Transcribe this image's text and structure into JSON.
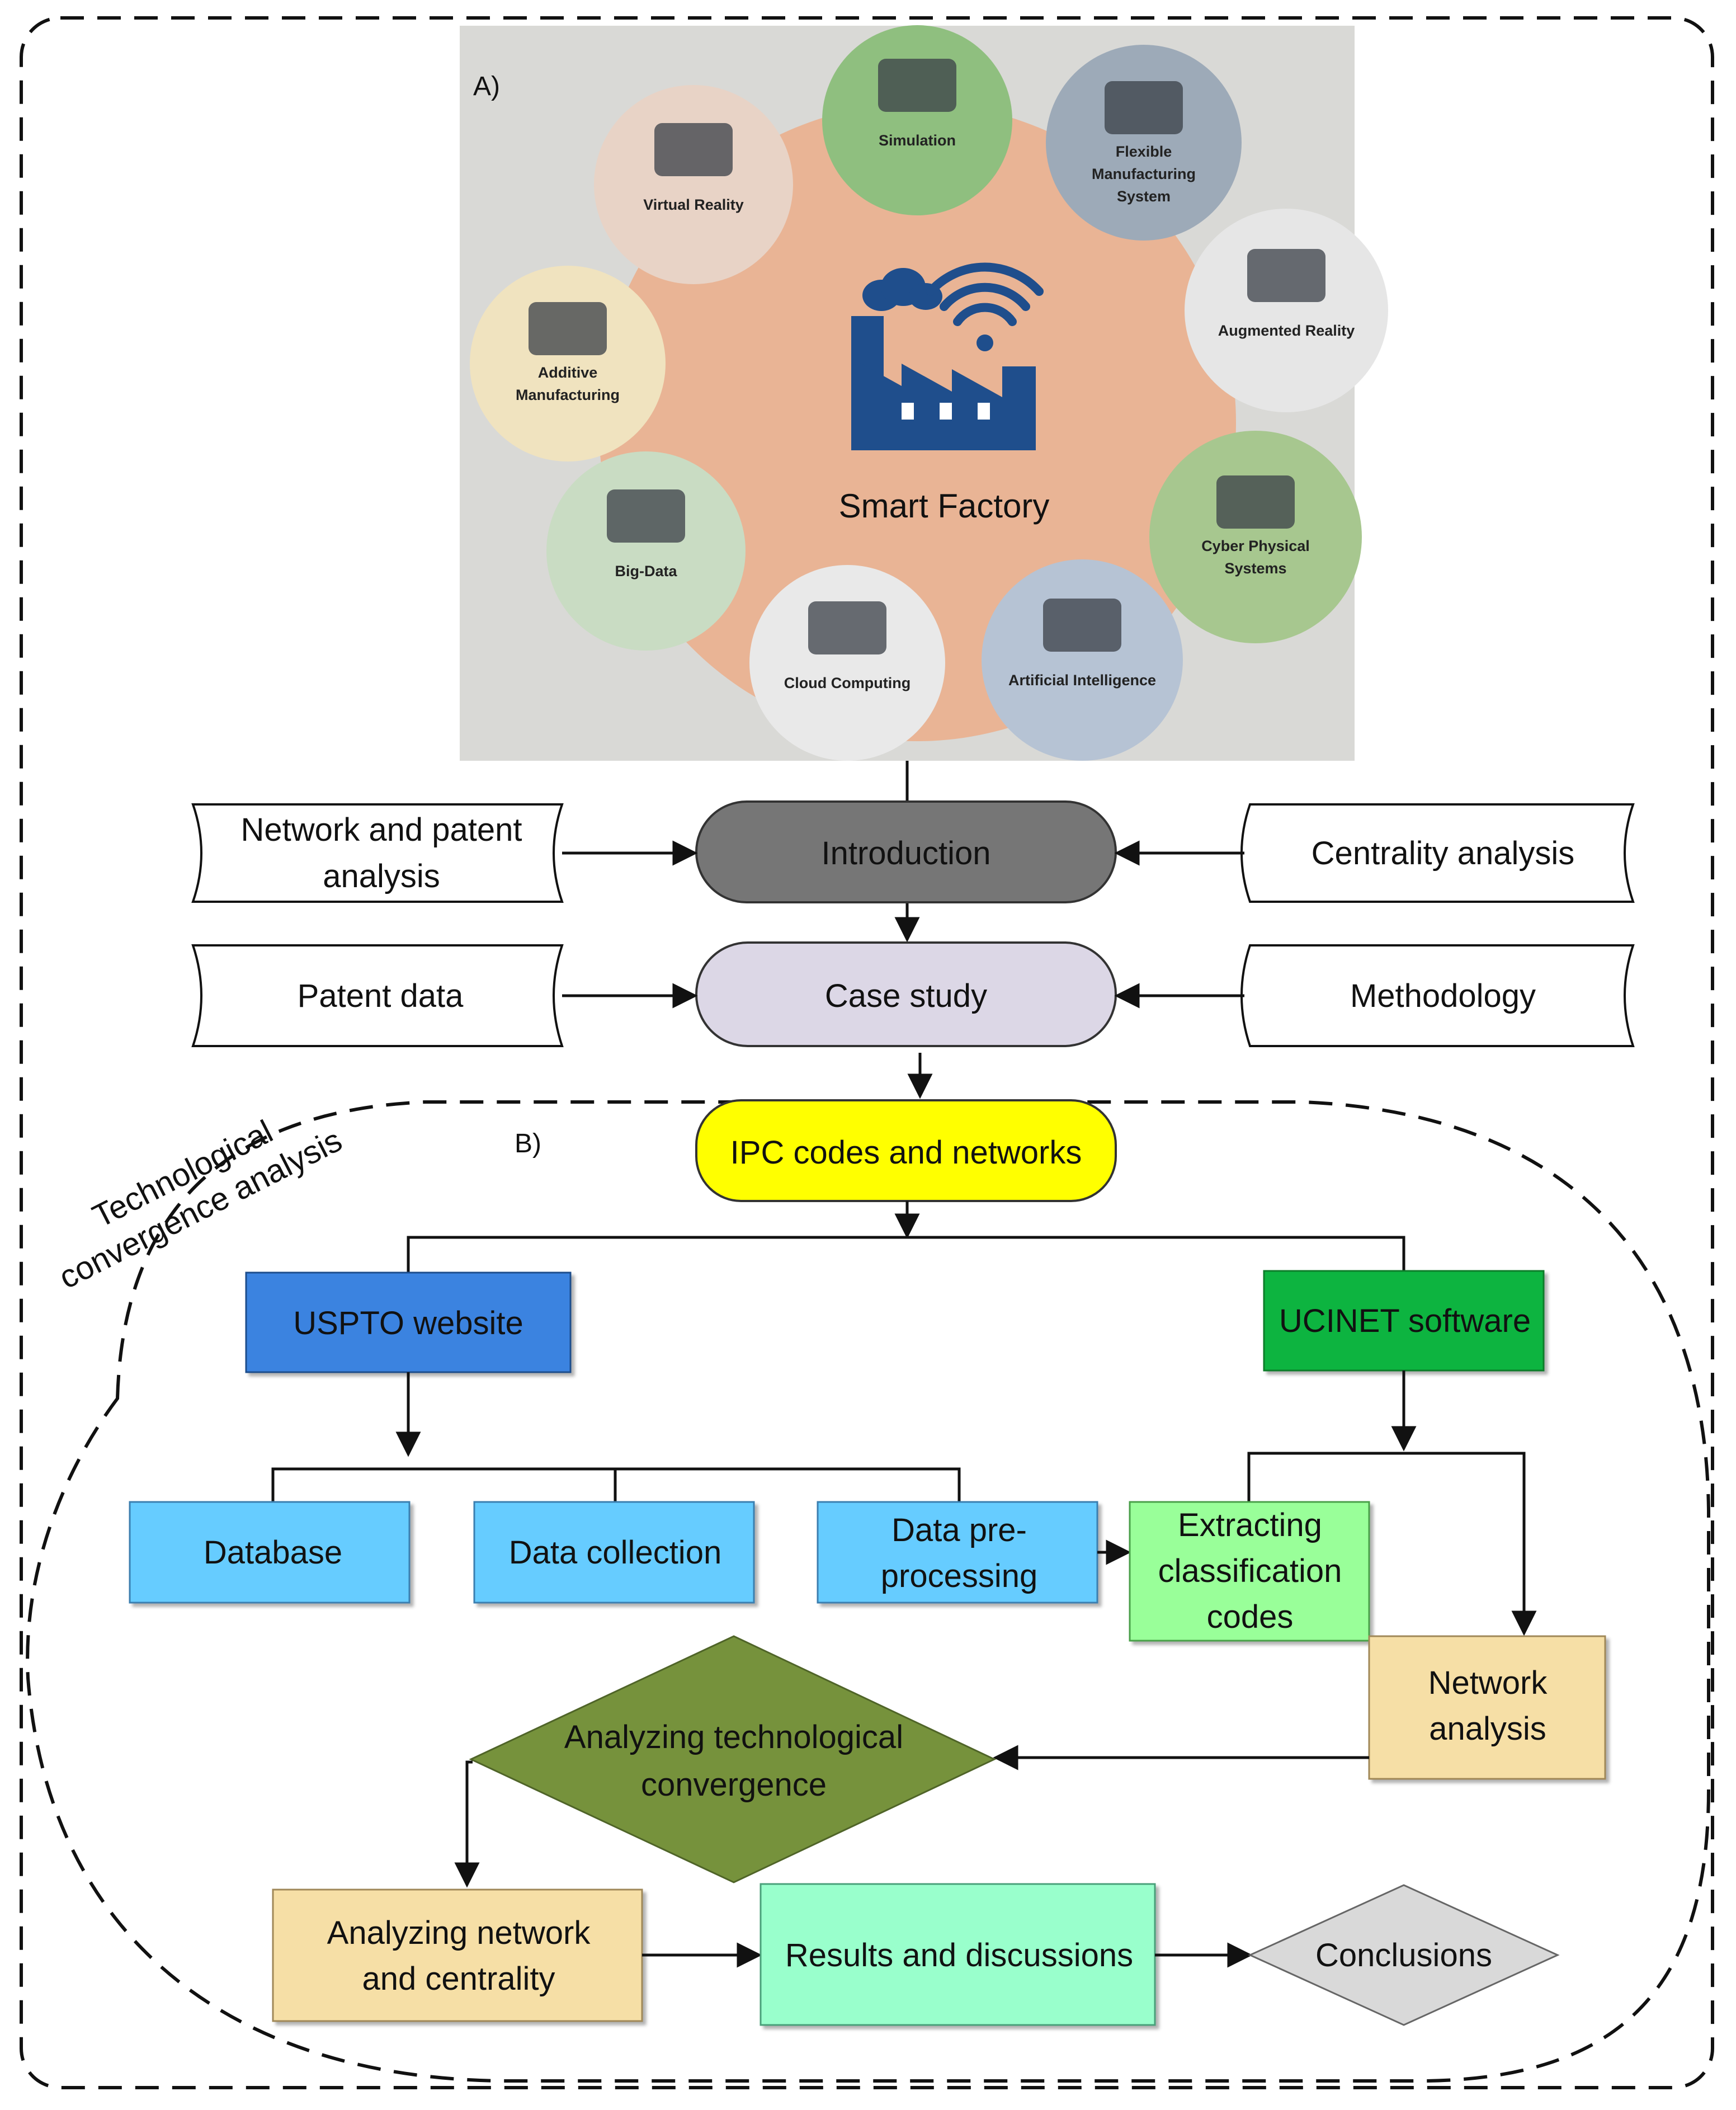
{
  "panel_a": {
    "label": "A)",
    "center_title": "Smart Factory",
    "technologies": [
      {
        "name": "Simulation",
        "icon": "monitor-icon",
        "color": "#8fbf7f"
      },
      {
        "name": "Flexible Manufacturing System",
        "lines": [
          "Flexible",
          "Manufacturing",
          "System"
        ],
        "icon": "lathe-icon",
        "color": "#9daab8"
      },
      {
        "name": "Augmented Reality",
        "icon": "ar-headset-icon",
        "color": "#e6e6e6"
      },
      {
        "name": "Cyber Physical Systems",
        "lines": [
          "Cyber Physical",
          "Systems"
        ],
        "icon": "robot-arm-icon",
        "color": "#a7c78f"
      },
      {
        "name": "Artificial Intelligence",
        "icon": "humanoid-robot-icon",
        "color": "#b6c3d4"
      },
      {
        "name": "Cloud Computing",
        "icon": "cloud-icon",
        "color": "#e9e9e9"
      },
      {
        "name": "Big-Data",
        "icon": "database-icon",
        "color": "#c9dcc3"
      },
      {
        "name": "Additive Manufacturing",
        "lines": [
          "Additive",
          "Manufacturing"
        ],
        "icon": "3d-printer-icon",
        "color": "#f0e3bf"
      },
      {
        "name": "Virtual Reality",
        "icon": "vr-headset-icon",
        "color": "#e8d3c6"
      }
    ],
    "colors": {
      "panel_bg": "#d9d9d6",
      "ring": "#e9b495",
      "factory": "#1f4e8c",
      "wifi": "#1f4e8c"
    }
  },
  "flow": {
    "introduction": "Introduction",
    "case_study": "Case study",
    "left_inputs": [
      {
        "lines": [
          "Network and patent",
          "analysis"
        ]
      },
      {
        "lines": [
          "Patent data"
        ]
      }
    ],
    "right_inputs": [
      {
        "lines": [
          "Centrality analysis"
        ]
      },
      {
        "lines": [
          "Methodology"
        ]
      }
    ]
  },
  "panel_b": {
    "label": "B)",
    "region_title": [
      "Technological",
      "convergence analysis"
    ],
    "ipc": "IPC codes and networks",
    "uspto": "USPTO website",
    "ucinet": "UCINET software",
    "database": "Database",
    "data_collection": "Data collection",
    "data_preprocessing": [
      "Data pre-",
      "processing"
    ],
    "extracting": [
      "Extracting",
      "classification",
      "codes"
    ],
    "network_analysis": [
      "Network",
      "analysis"
    ],
    "analyzing_convergence": [
      "Analyzing technological",
      "convergence"
    ],
    "analyzing_network": [
      "Analyzing network",
      "and centrality"
    ],
    "results": "Results and discussions",
    "conclusions": "Conclusions"
  },
  "colors": {
    "introduction": "#767676",
    "case_study": "#dcd7e6",
    "ipc": "#ffff00",
    "uspto": "#3b83e0",
    "ucinet": "#0fb440",
    "light_blue": "#66ccff",
    "light_green": "#99ff99",
    "tan": "#f6dfa6",
    "olive": "#76923c",
    "aqua": "#99ffcc",
    "grey_diamond": "#d9d9d9",
    "red_text": "#ff0000"
  }
}
